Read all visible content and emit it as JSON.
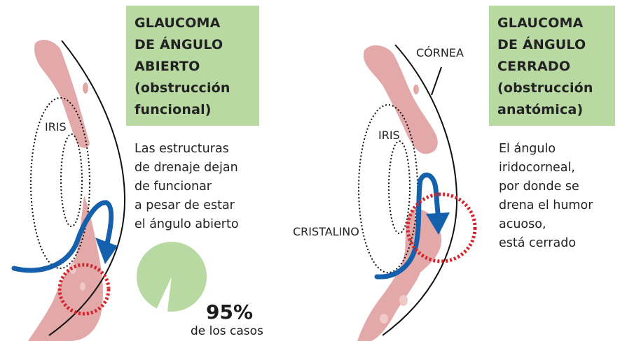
{
  "panels": [
    {
      "title_lines": [
        "GLAUCOMA",
        "DE ÁNGULO",
        "ABIERTO",
        "(obstrucción",
        "funcional)"
      ],
      "description_lines": [
        "Las estructuras",
        "de drenaje dejan",
        "de funcionar",
        "a pesar de estar",
        "el ángulo abierto"
      ],
      "labels": {
        "iris": "IRIS"
      },
      "stat": {
        "value_label": "95%",
        "caption": "de los casos",
        "value_fraction": 0.95
      }
    },
    {
      "title_lines": [
        "GLAUCOMA",
        "DE ÁNGULO",
        "CERRADO",
        "(obstrucción",
        "anatómica)"
      ],
      "description_lines": [
        "El ángulo",
        "iridocorneal,",
        "por donde se",
        "drena el humor",
        "acuoso,",
        "está cerrado"
      ],
      "labels": {
        "cornea": "CÓRNEA",
        "iris": "IRIS",
        "lens": "CRISTALINO"
      }
    }
  ],
  "colors": {
    "title_box": "#b9d9a3",
    "tissue": "#e3a9a9",
    "flow_arrow": "#1560ad",
    "blockage_circle": "#d3232b",
    "pie": "#b9d9a3"
  }
}
